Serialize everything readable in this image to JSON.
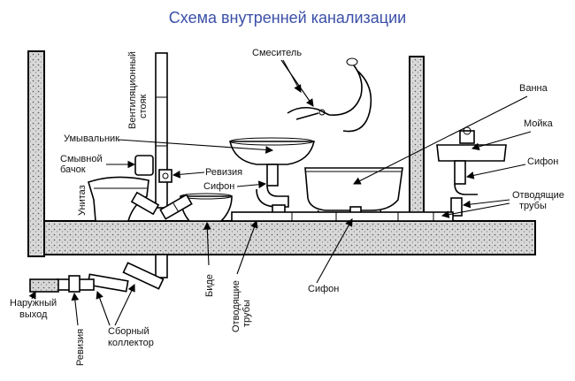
{
  "title": "Схема внутренней канализации",
  "labels": {
    "vent_riser": [
      "Вентиляционный",
      "стояк"
    ],
    "mixer": "Смеситель",
    "bathtub": "Ванна",
    "washbasin": "Умывальник",
    "sink": "Мойка",
    "cistern": [
      "Смывной",
      "бачок"
    ],
    "revision_top": "Ревизия",
    "siphon_bidet": "Сифон",
    "siphon_sink": "Сифон",
    "siphon_bottom": "Сифон",
    "toilet": "Унитаз",
    "drain_pipes_right": [
      "Отводящие",
      "трубы"
    ],
    "bidet": "Биде",
    "drain_pipes_mid": [
      "Отводящие",
      "трубы"
    ],
    "outlet": [
      "Наружный",
      "выход"
    ],
    "revision_bottom": "Ревизия",
    "collector": [
      "Сборный",
      "коллектор"
    ]
  },
  "colors": {
    "title": "#3a4fa8",
    "lines": "#000000",
    "wall_fill": "#cfcfcf"
  }
}
